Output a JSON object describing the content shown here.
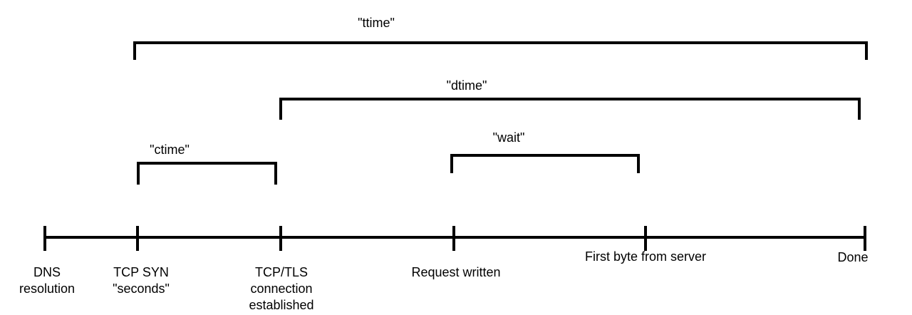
{
  "diagram": {
    "colors": {
      "line": "#000000",
      "text": "#000000",
      "background": "#ffffff"
    },
    "spans": [
      {
        "name": "ttime",
        "label": "\"ttime\"",
        "from": "TCP SYN",
        "to": "Done"
      },
      {
        "name": "dtime",
        "label": "\"dtime\"",
        "from": "TCP/TLS connection established",
        "to": "Done"
      },
      {
        "name": "ctime",
        "label": "\"ctime\"",
        "from": "TCP SYN",
        "to": "TCP/TLS connection established"
      },
      {
        "name": "wait",
        "label": "\"wait\"",
        "from": "Request written",
        "to": "First byte from server"
      }
    ],
    "milestones": [
      {
        "name": "dns-resolution",
        "label": "DNS\nresolution"
      },
      {
        "name": "tcp-syn",
        "label": "TCP SYN\n\"seconds\""
      },
      {
        "name": "tcp-tls",
        "label": "TCP/TLS\nconnection\nestablished"
      },
      {
        "name": "request-written",
        "label": "Request written"
      },
      {
        "name": "first-byte",
        "label": "First byte from server"
      },
      {
        "name": "done",
        "label": "Done"
      }
    ]
  }
}
